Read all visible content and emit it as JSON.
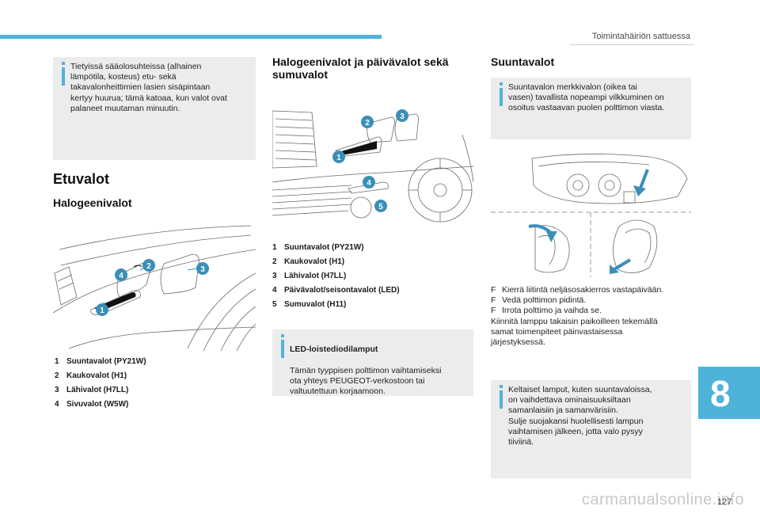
{
  "header": {
    "title": "Toimintahäiriön sattuessa"
  },
  "left": {
    "note": "Tietyissä sääolosuhteissa (alhainen\nlämpötila, kosteus) etu- sekä\ntakavalonheittimien lasien sisäpintaan\nkertyy huurua; tämä katoaa, kun valot ovat\npalaneet muutaman minuutin.",
    "heading": "Etuvalot",
    "subheading": "Halogeenivalot",
    "callouts": [
      "1",
      "2",
      "3",
      "4"
    ],
    "items": [
      {
        "n": "1",
        "label": "Suuntavalot (PY21W)"
      },
      {
        "n": "2",
        "label": "Kaukovalot (H1)"
      },
      {
        "n": "3",
        "label": "Lähivalot (H7LL)"
      },
      {
        "n": "4",
        "label": "Sivuvalot (W5W)"
      }
    ]
  },
  "middle": {
    "heading_line1": "Halogeenivalot ja päivävalot sekä",
    "heading_line2": "sumuvalot",
    "callouts": [
      "1",
      "2",
      "3",
      "4",
      "5"
    ],
    "items": [
      {
        "n": "1",
        "label": "Suuntavalot (PY21W)"
      },
      {
        "n": "2",
        "label": "Kaukovalot (H1)"
      },
      {
        "n": "3",
        "label": "Lähivalot (H7LL)"
      },
      {
        "n": "4",
        "label": "Päivävalot/seisontavalot (LED)"
      },
      {
        "n": "5",
        "label": "Sumuvalot (H11)"
      }
    ],
    "note_title": "LED-loistediodilamput",
    "note_body": "Tämän tyyppisen polttimon vaihtamiseksi\nota yhteys PEUGEOT-verkostoon tai\nvaltuutettuun korjaamoon."
  },
  "right": {
    "heading": "Suuntavalot",
    "note": "Suuntavalon merkkivalon (oikea tai\nvasen) tavallista nopeampi vilkkuminen on\nosoitus vastaavan puolen polttimon viasta.",
    "bullet_symbol": "F",
    "bullets": [
      "Kierrä liitintä neljäsosakierros vastapäivään.",
      "Vedä polttimon pidintä.",
      "Irrota polttimo ja vaihda se."
    ],
    "paragraph": "Kiinnitä lamppu takaisin paikoilleen tekemällä\nsamat toimenpiteet päinvastaisessa\njärjestyksessä.",
    "note2": "Keltaiset lamput, kuten suuntavaloissa,\non vaihdettava ominaisuuksiltaan\nsamanlaisiin ja samanvärisiin.\nSulje suojakansi huolellisesti lampun\nvaihtamisen jälkeen, jotta valo pysyy\ntiiviinä."
  },
  "chapter": "8",
  "page_number": "127",
  "watermark": "carmanualsonline.info",
  "colors": {
    "accent": "#4fb3d9",
    "callout": "#3a8fb7",
    "note_bg": "#ececec"
  }
}
